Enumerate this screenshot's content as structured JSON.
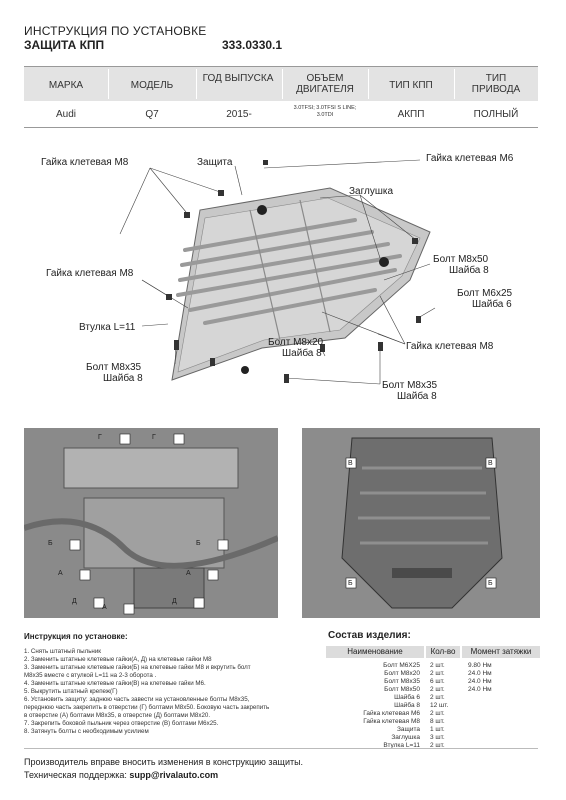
{
  "header": {
    "title_line1": "ИНСТРУКЦИЯ ПО УСТАНОВКЕ",
    "title_line2": "ЗАЩИТА КПП",
    "part_number": "333.0330.1"
  },
  "spec_table": {
    "headers": [
      "МАРКА",
      "МОДЕЛЬ",
      "ГОД ВЫПУСКА",
      "ОБЪЕМ ДВИГАТЕЛЯ",
      "ТИП КПП",
      "ТИП ПРИВОДА"
    ],
    "values": [
      "Audi",
      "Q7",
      "2015-",
      "3.0TFSI; 3.0TFSI S LINE; 3.0TDI",
      "АКПП",
      "ПОЛНЫЙ"
    ]
  },
  "diagram_labels": {
    "nut_m8_top": "Гайка клетевая М8",
    "shield": "Защита",
    "nut_m6": "Гайка клетевая М6",
    "plug": "Заглушка",
    "nut_m8_left": "Гайка клетевая М8",
    "bolt_m8x50": "Болт М8х50",
    "washer_8_a": "Шайба 8",
    "bolt_m6x25": "Болт М6х25",
    "washer_6": "Шайба 6",
    "bushing": "Втулка L=11",
    "bolt_m8x20": "Болт М8х20",
    "washer_8_b": "Шайба 8",
    "nut_m8_right": "Гайка клетевая М8",
    "bolt_m8x35_left": "Болт М8х35",
    "washer_8_c": "Шайба 8",
    "bolt_m8x35_right": "Болт М8х35",
    "washer_8_d": "Шайба 8"
  },
  "photo_labels": {
    "left": [
      "Г",
      "Г",
      "Б",
      "Б",
      "А",
      "А",
      "Д",
      "Д",
      "А"
    ],
    "right": [
      "В",
      "В",
      "Б",
      "Б"
    ]
  },
  "instructions": {
    "title": "Инструкция по установке:",
    "steps": [
      "1. Снять штатный пыльник",
      "2. Заменить штатные клетевые гайки(А, Д) на клетевые гайки М8",
      "3. Заменить штатные клетевые гайки(Б) на клетевые гайки М8 и вкрутить болт",
      "   М8х35 вместе с втулкой L=11 на 2-3 оборота .",
      "4. Заменить штатные клетевые гайки(В) на клетевые гайки М6.",
      "5. Выкрутить штатный крепеж(Г)",
      "6. Установить защиту: заднюю часть завести на установленные болты М8х35,",
      "   переднюю часть закрепить в отверстии (Г) болтами М8х50. Боковую часть закрепить",
      "   в отверстие (А) болтами М8х35, в отверстие (Д) болтами М8х20.",
      "7. Закрепить боковой пыльник через отверстие (В) болтами М6х25.",
      "8. Затянуть болты с необходимым усилием"
    ]
  },
  "components": {
    "title": "Состав изделия:",
    "headers": [
      "Наименование",
      "Кол-во",
      "Момент затяжки"
    ],
    "rows": [
      {
        "name": "Болт М6Х25",
        "qty": "2 шт.",
        "torque": "9.80 Нм"
      },
      {
        "name": "Болт М8х20",
        "qty": "2 шт.",
        "torque": "24.0 Нм"
      },
      {
        "name": "Болт М8х35",
        "qty": "6 шт.",
        "torque": "24.0 Нм"
      },
      {
        "name": "Болт М8х50",
        "qty": "2 шт.",
        "torque": "24.0 Нм"
      },
      {
        "name": "Шайба 6",
        "qty": "2 шт.",
        "torque": ""
      },
      {
        "name": "Шайба 8",
        "qty": "12 шт.",
        "torque": ""
      },
      {
        "name": "Гайка клетевая М6",
        "qty": "2 шт.",
        "torque": ""
      },
      {
        "name": "Гайка клетевая М8",
        "qty": "8 шт.",
        "torque": ""
      },
      {
        "name": "Защита",
        "qty": "1 шт.",
        "torque": ""
      },
      {
        "name": "Заглушка",
        "qty": "3 шт.",
        "torque": ""
      },
      {
        "name": "Втулка L=11",
        "qty": "2 шт.",
        "torque": ""
      }
    ]
  },
  "footer": {
    "line1": "Производитель вправе вносить изменения в конструкцию защиты.",
    "support_label": "Техническая поддержка:",
    "support_email": "supp@rivalauto.com"
  },
  "colors": {
    "header_bg": "#e3e3e3",
    "shield_fill": "#c8c8c8",
    "photo_bg": "#8c8c8c"
  }
}
